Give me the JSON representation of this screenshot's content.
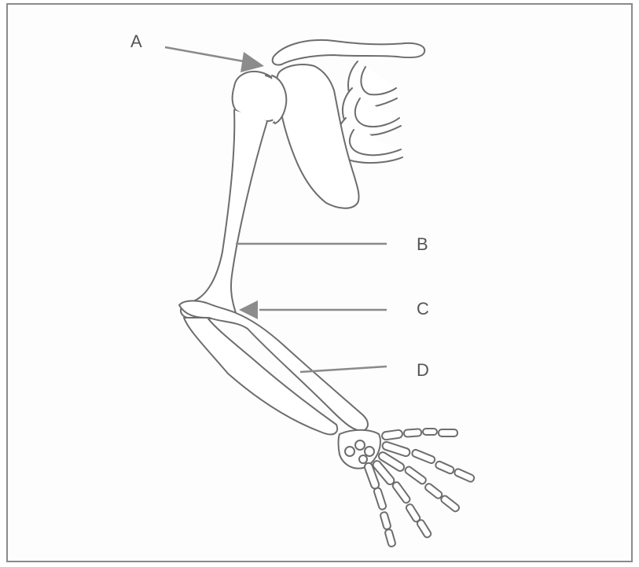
{
  "labels": {
    "a": "A",
    "b": "B",
    "c": "C",
    "d": "D"
  },
  "colors": {
    "line": "#8a8a8a",
    "bone_outline": "#6d6d6d",
    "frame": "#8a8a8a"
  }
}
